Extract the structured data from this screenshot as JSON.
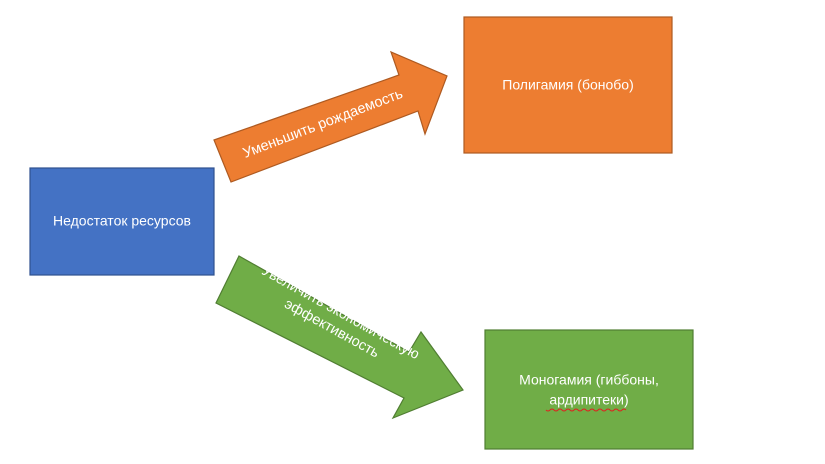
{
  "nodes": {
    "source": {
      "label": "Недостаток ресурсов",
      "color": "#4472C4"
    },
    "polygamy": {
      "label": "Полигамия (бонобо)",
      "color": "#ED7D31"
    },
    "monogamy": {
      "line1": "Моногамия (гиббоны,",
      "line2": "ардипитеки)",
      "color": "#70AD47"
    }
  },
  "edges": {
    "reduce_birthrate": {
      "label": "Уменьшить рождаемость",
      "color": "#ED7D31"
    },
    "increase_efficiency": {
      "line1": "Увеличить экономическую",
      "line2": "эффективность",
      "color": "#70AD47"
    }
  }
}
